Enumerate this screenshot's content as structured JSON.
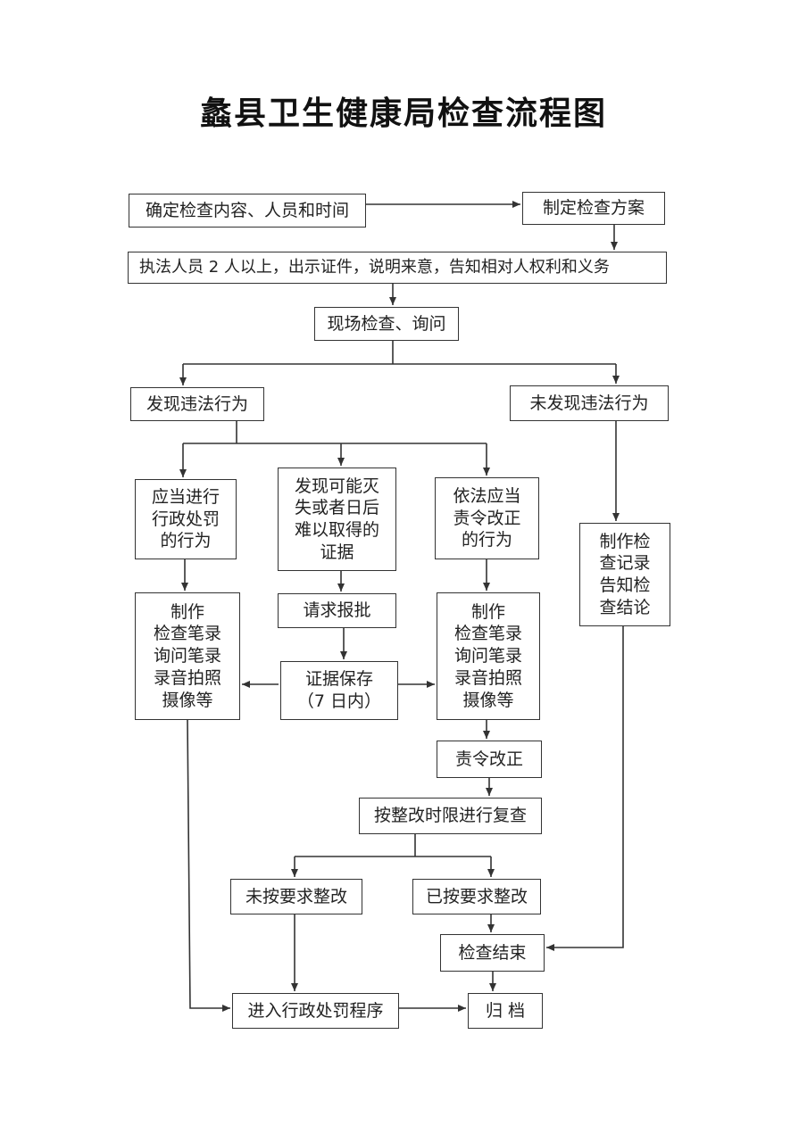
{
  "title": "蠡县卫生健康局检查流程图",
  "nodes": {
    "n1": "确定检查内容、人员和时间",
    "n2": "制定检查方案",
    "n3": "执法人员 2 人以上，出示证件，说明来意，告知相对人权利和义务",
    "n4": "现场检查、询问",
    "n5": "发现违法行为",
    "n6": "未发现违法行为",
    "n7": "应当进行\n行政处罚\n的行为",
    "n8": "发现可能灭\n失或者日后\n难以取得的\n证据",
    "n9": "依法应当\n责令改正\n的行为",
    "n10": "制作检\n查记录\n告知检\n查结论",
    "n11": "制作\n检查笔录\n询问笔录\n录音拍照\n摄像等",
    "n12": "请求报批",
    "n13": "证据保存\n（7 日内）",
    "n14": "制作\n检查笔录\n询问笔录\n录音拍照\n摄像等",
    "n15": "责令改正",
    "n16": "按整改时限进行复查",
    "n17": "未按要求整改",
    "n18": "已按要求整改",
    "n19": "检查结束",
    "n20": "进入行政处罚程序",
    "n21": "归 档"
  }
}
